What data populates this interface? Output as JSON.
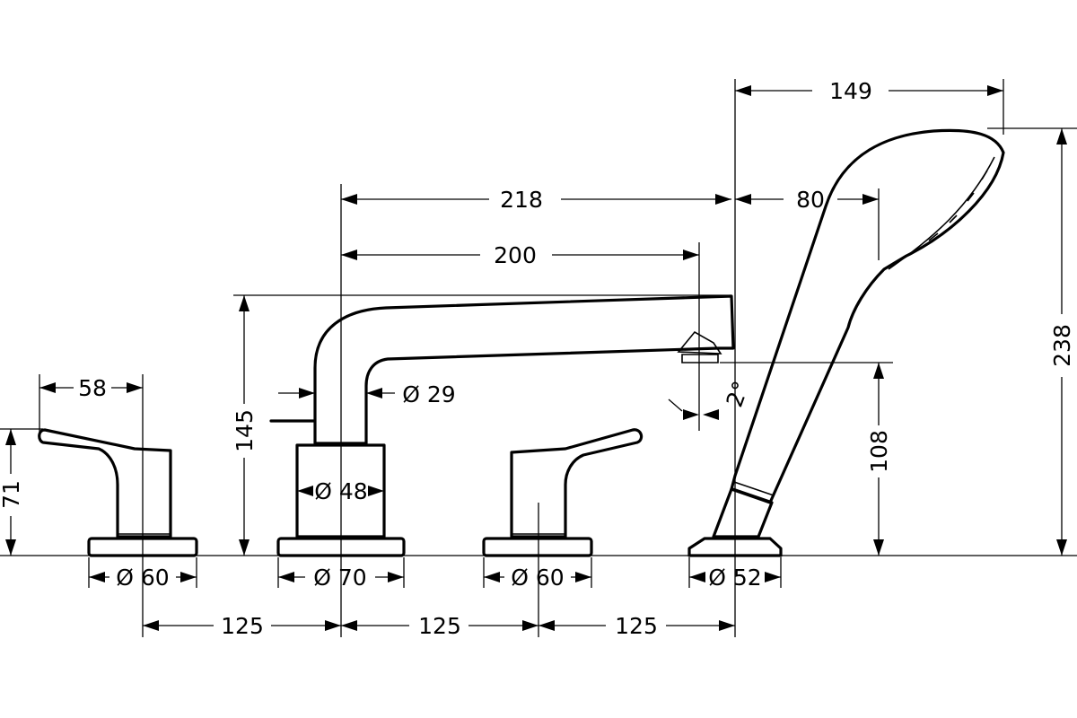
{
  "dimensions": {
    "handle_reach_left": "58",
    "handle_height_left": "71",
    "spout_height": "145",
    "spout_reach_outer": "218",
    "spout_reach_inner": "200",
    "spout_diameter": "Ø 29",
    "spout_body_diameter": "Ø 48",
    "spout_base_diameter": "Ø 70",
    "handle_base_left_diameter": "Ø 60",
    "handle_base_right_diameter": "Ø 60",
    "shower_base_diameter": "Ø 52",
    "spacing_1": "125",
    "spacing_2": "125",
    "spacing_3": "125",
    "shower_width": "149",
    "shower_offset": "80",
    "shower_height": "238",
    "shower_holder_height": "108",
    "tilt_angle": "2°"
  },
  "colors": {
    "line": "#000000",
    "background": "#ffffff"
  }
}
